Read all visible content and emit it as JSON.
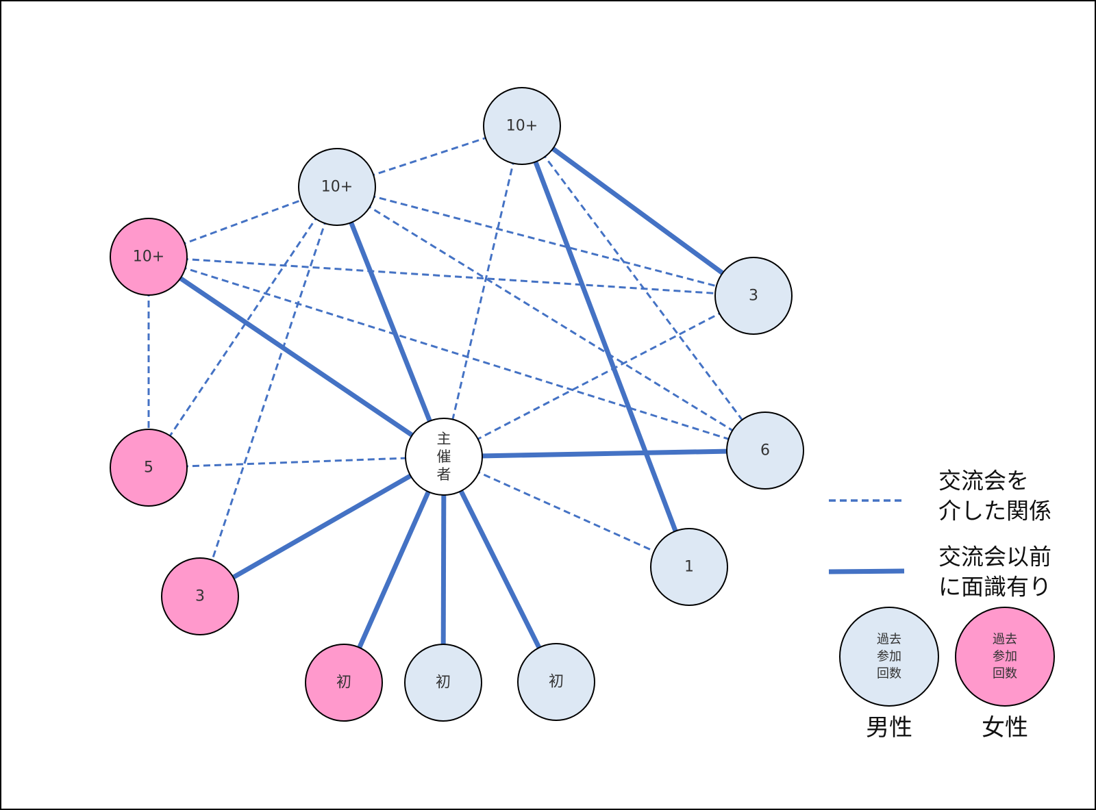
{
  "colors": {
    "line": "#4472C4",
    "male_fill": "#DDE8F4",
    "female_fill": "#FF99CC",
    "organizer_fill": "#FFFFFF",
    "node_stroke": "#000000"
  },
  "nodes": [
    {
      "id": "organizer",
      "label": [
        "主",
        "催",
        "者"
      ],
      "kind": "organizer"
    },
    {
      "id": "m1",
      "label": "10+",
      "kind": "male"
    },
    {
      "id": "m2",
      "label": "10+",
      "kind": "male"
    },
    {
      "id": "f1",
      "label": "10+",
      "kind": "female"
    },
    {
      "id": "m3",
      "label": "3",
      "kind": "male"
    },
    {
      "id": "m4",
      "label": "6",
      "kind": "male"
    },
    {
      "id": "f2",
      "label": "5",
      "kind": "female"
    },
    {
      "id": "m5",
      "label": "1",
      "kind": "male"
    },
    {
      "id": "f3",
      "label": "3",
      "kind": "female"
    },
    {
      "id": "f4",
      "label": "初",
      "kind": "female"
    },
    {
      "id": "m6",
      "label": "初",
      "kind": "male"
    },
    {
      "id": "m7",
      "label": "初",
      "kind": "male"
    }
  ],
  "edges": [
    {
      "from": "f1",
      "to": "m2",
      "type": "dashed"
    },
    {
      "from": "m2",
      "to": "m1",
      "type": "dashed"
    },
    {
      "from": "f1",
      "to": "m3",
      "type": "dashed"
    },
    {
      "from": "f1",
      "to": "m4",
      "type": "dashed"
    },
    {
      "from": "f1",
      "to": "f2",
      "type": "dashed"
    },
    {
      "from": "m2",
      "to": "m3",
      "type": "dashed"
    },
    {
      "from": "m2",
      "to": "m4",
      "type": "dashed"
    },
    {
      "from": "m2",
      "to": "f2",
      "type": "dashed"
    },
    {
      "from": "m2",
      "to": "f3",
      "type": "dashed"
    },
    {
      "from": "m1",
      "to": "organizer",
      "type": "dashed"
    },
    {
      "from": "m1",
      "to": "m4",
      "type": "dashed"
    },
    {
      "from": "m3",
      "to": "organizer",
      "type": "dashed"
    },
    {
      "from": "f2",
      "to": "organizer",
      "type": "dashed"
    },
    {
      "from": "organizer",
      "to": "m5",
      "type": "dashed"
    },
    {
      "from": "m1",
      "to": "m3",
      "type": "solid"
    },
    {
      "from": "m1",
      "to": "m5",
      "type": "solid"
    },
    {
      "from": "m2",
      "to": "organizer",
      "type": "solid"
    },
    {
      "from": "f1",
      "to": "organizer",
      "type": "solid"
    },
    {
      "from": "organizer",
      "to": "m4",
      "type": "solid"
    },
    {
      "from": "organizer",
      "to": "f3",
      "type": "solid"
    },
    {
      "from": "organizer",
      "to": "f4",
      "type": "solid"
    },
    {
      "from": "organizer",
      "to": "m6",
      "type": "solid"
    },
    {
      "from": "organizer",
      "to": "m7",
      "type": "solid"
    }
  ],
  "legend": {
    "dashed": {
      "line1": "交流会を",
      "line2": "介した関係"
    },
    "solid": {
      "line1": "交流会以前",
      "line2": "に面識有り"
    },
    "male": {
      "lines": [
        "過去",
        "参加",
        "回数"
      ],
      "caption": "男性"
    },
    "female": {
      "lines": [
        "過去",
        "参加",
        "回数"
      ],
      "caption": "女性"
    }
  }
}
